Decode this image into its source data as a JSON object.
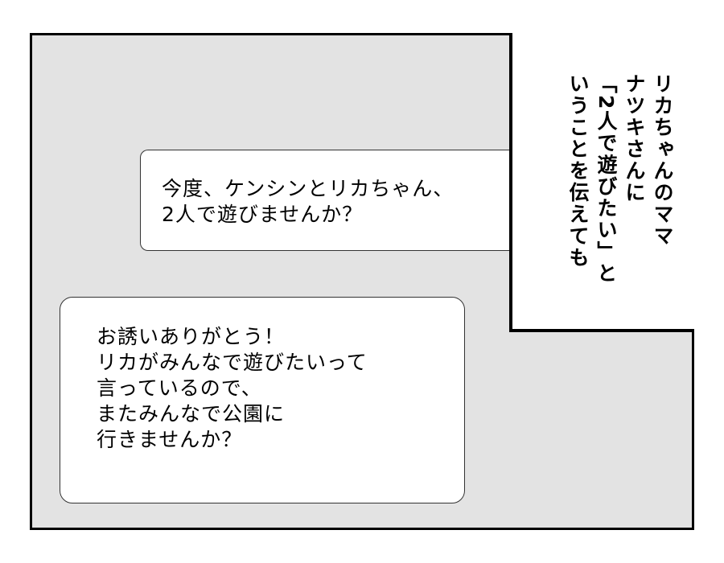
{
  "panel": {
    "background_color": "#e3e3e3",
    "border_color": "#000000"
  },
  "narration": {
    "lines": [
      "リカちゃんのママ",
      "ナツキさんに",
      "「2人で遊びたい」と",
      "いうことを伝えても"
    ],
    "text": "リカちゃんのママ\nナツキさんに\n「2人で遊びたい」と\nいうことを伝えても"
  },
  "speech_bubbles": [
    {
      "lines": [
        "今度、ケンシンとリカちゃん、",
        "2人で遊びませんか？"
      ],
      "text": "今度、ケンシンとリカちゃん、\n2人で遊びませんか？"
    },
    {
      "lines": [
        "お誘いありがとう！",
        "リカがみんなで遊びたいって",
        "言っているので、",
        "またみんなで公園に",
        "行きませんか？"
      ],
      "text": "お誘いありがとう！\nリカがみんなで遊びたいって\n言っているので、\nまたみんなで公園に\n行きませんか？"
    }
  ]
}
